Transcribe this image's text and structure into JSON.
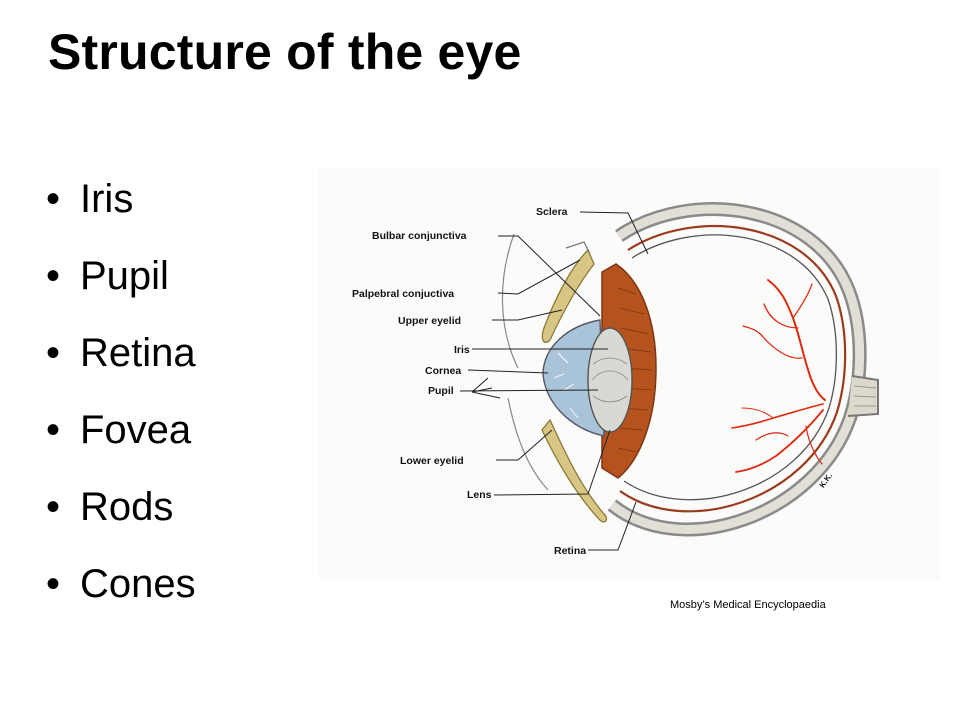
{
  "slide": {
    "title": "Structure of the eye",
    "bullets": [
      "Iris",
      "Pupil",
      "Retina",
      "Fovea",
      "Rods",
      "Cones"
    ]
  },
  "diagram": {
    "labels": {
      "sclera": "Sclera",
      "bulbar_conjunctiva": "Bulbar conjunctiva",
      "palpebral_conjunctiva": "Palpebral conjuctiva",
      "upper_eyelid": "Upper eyelid",
      "iris": "Iris",
      "cornea": "Cornea",
      "pupil": "Pupil",
      "lower_eyelid": "Lower eyelid",
      "lens": "Lens",
      "retina": "Retina"
    },
    "signature": "K.K.",
    "colors": {
      "sclera_outer": "#8a8a8a",
      "choroid": "#9b3b1f",
      "iris": "#b5531f",
      "cornea": "#a9c4d8",
      "vessels": "#e02a10",
      "lids": "#d8c784"
    }
  },
  "caption": "Mosby’s Medical Encyclopaedia"
}
